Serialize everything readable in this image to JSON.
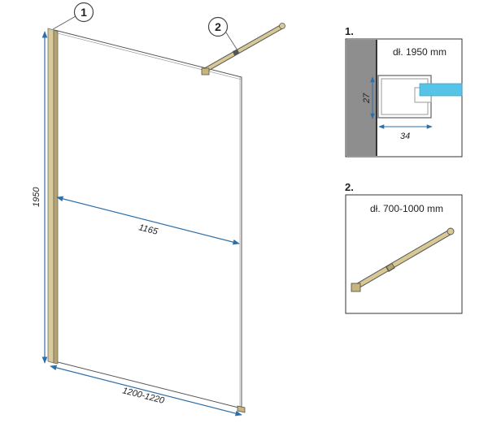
{
  "callouts": {
    "one": "1",
    "two": "2"
  },
  "dimensions": {
    "height": "1950",
    "width_inner": "1165",
    "width_total": "1200-1220"
  },
  "detail_1": {
    "number": "1.",
    "length": "dł. 1950 mm",
    "profile_height": "27",
    "profile_width": "34"
  },
  "detail_2": {
    "number": "2.",
    "length": "dł. 700-1000 mm"
  },
  "colors": {
    "dimension_line": "#2f6fa8",
    "profile_gold": "#c9b47a",
    "glass_cyan": "#56c4e6",
    "wall_gray": "#8e8e8e"
  }
}
